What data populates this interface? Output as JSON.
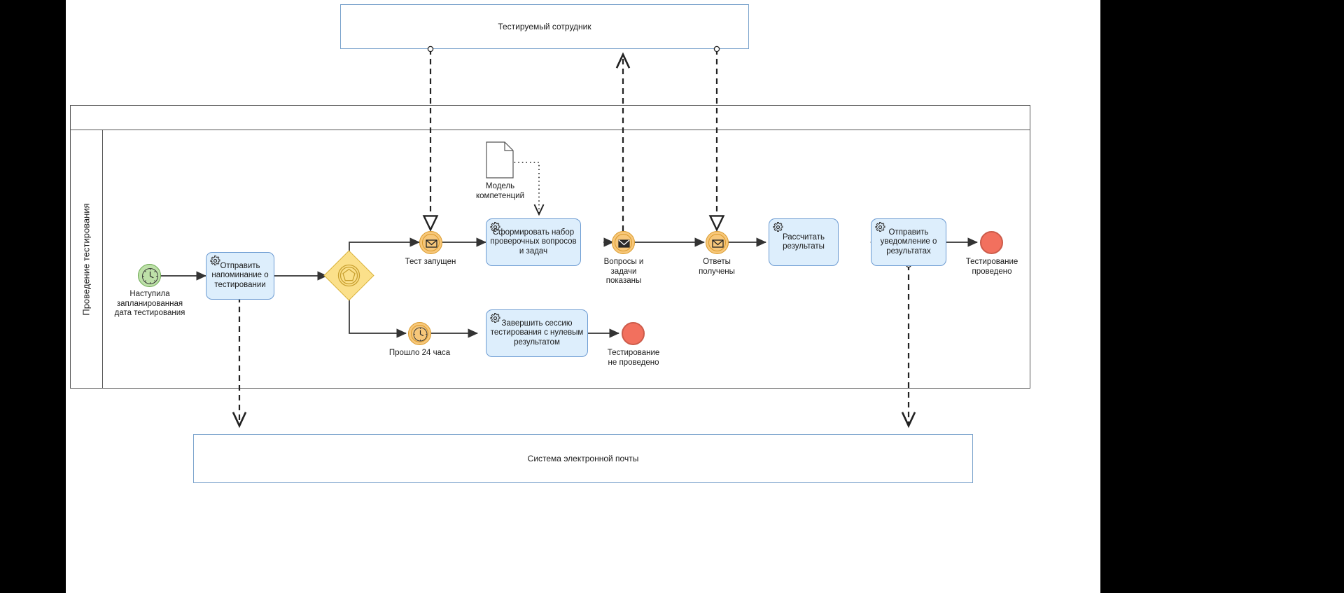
{
  "diagram": {
    "type": "bpmn",
    "title": "Проведение тестирования",
    "pools": {
      "external_top": {
        "label": "Тестируемый сотрудник"
      },
      "external_bottom": {
        "label": "Система электронной почты"
      },
      "main": {
        "lane_label": "Проведение тестирования"
      }
    },
    "nodes": [
      {
        "id": "start",
        "kind": "start-event-timer",
        "label": "Наступила\nзапланированная\nдата тестирования"
      },
      {
        "id": "t-remind",
        "kind": "service-task",
        "label": "Отправить\nнапоминание о\nтестировании"
      },
      {
        "id": "gw",
        "kind": "event-based-gateway",
        "label": ""
      },
      {
        "id": "e-started",
        "kind": "message-catch-event",
        "label": "Тест запущен"
      },
      {
        "id": "t-form",
        "kind": "service-task",
        "label": "Сформировать\nнабор проверочных\nвопросов и задач"
      },
      {
        "id": "data-model",
        "kind": "data-object",
        "label": "Модель\nкомпетенций"
      },
      {
        "id": "e-shown",
        "kind": "message-throw-event",
        "label": "Вопросы и\nзадачи\nпоказаны"
      },
      {
        "id": "e-answers",
        "kind": "message-catch-event",
        "label": "Ответы\nполучены"
      },
      {
        "id": "t-calc",
        "kind": "service-task",
        "label": "Рассчитать\nрезультаты"
      },
      {
        "id": "t-notify",
        "kind": "service-task",
        "label": "Отправить\nуведомление о\nрезультатах"
      },
      {
        "id": "end-ok",
        "kind": "end-event",
        "label": "Тестирование\nпроведено"
      },
      {
        "id": "e-timeout",
        "kind": "timer-catch-event",
        "label": "Прошло 24 часа"
      },
      {
        "id": "t-zero",
        "kind": "service-task",
        "label": "Завершить сессию\nтестирования с\nнулевым результатом"
      },
      {
        "id": "end-fail",
        "kind": "end-event",
        "label": "Тестирование\nне проведено"
      }
    ],
    "colors": {
      "task_fill": "#ddeefc",
      "task_stroke": "#6c9bd2",
      "event_catch_fill": "#f7c77a",
      "event_catch_stroke": "#d99a2b",
      "start_fill": "#bde0a8",
      "start_stroke": "#6aa84f",
      "end_fill": "#f2705e",
      "end_stroke": "#cc5b4a",
      "gateway_fill": "#fbe08a",
      "gateway_stroke": "#d9b23c",
      "pool_external_stroke": "#7ba3cc",
      "pool_main_stroke": "#555555",
      "background": "#ffffff"
    }
  }
}
